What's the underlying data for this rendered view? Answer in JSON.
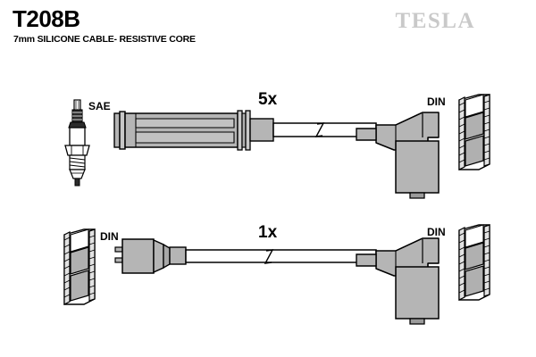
{
  "header": {
    "part_number": "T208B",
    "description": "7mm SILICONE CABLE- RESISTIVE CORE",
    "brand": "TESLA"
  },
  "colors": {
    "line": "#000000",
    "brand_gray": "#c9c9c9",
    "boot_fill": "#b5b5b5",
    "boot_fill_dark": "#9b9b9b",
    "boot_fill_light": "#c8c8c8",
    "cable_fill": "#ffffff",
    "background": "#ffffff"
  },
  "assemblies": [
    {
      "id": "upper",
      "quantity_label": "5x",
      "left_terminal": {
        "type": "spark-plug",
        "label": "SAE"
      },
      "left_connector": {
        "type": "straight-boot"
      },
      "cable": {
        "type": "cable-with-break-symbol"
      },
      "right_connector": {
        "type": "right-angle-boot"
      },
      "right_terminal": {
        "type": "din-terminal",
        "label": "DIN"
      }
    },
    {
      "id": "lower",
      "quantity_label": "1x",
      "left_terminal": {
        "type": "din-terminal",
        "label": "DIN"
      },
      "left_connector": {
        "type": "coil-boot"
      },
      "cable": {
        "type": "cable-with-break-symbol"
      },
      "right_connector": {
        "type": "right-angle-boot"
      },
      "right_terminal": {
        "type": "din-terminal",
        "label": "DIN"
      }
    }
  ]
}
